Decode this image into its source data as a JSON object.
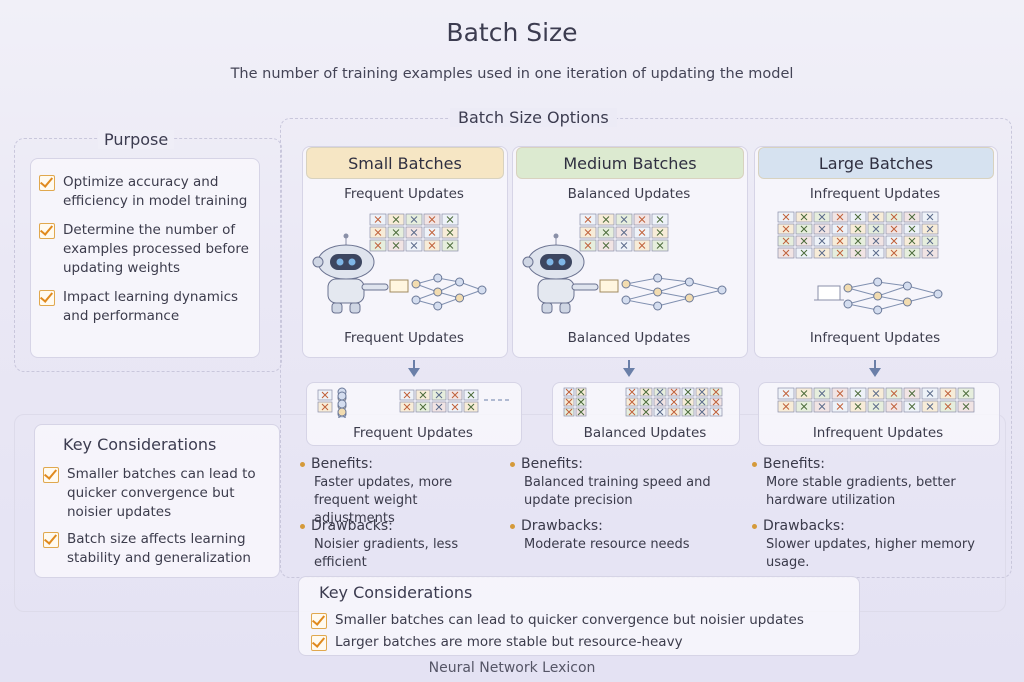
{
  "header": {
    "title": "Batch Size",
    "subtitle": "The number of training examples used in one iteration of updating the model"
  },
  "purpose": {
    "title": "Purpose",
    "items": [
      "Optimize accuracy and efficiency in model training",
      "Determine the number of examples processed before updating weights",
      "Impact learning dynamics and performance"
    ]
  },
  "options": {
    "title": "Batch Size Options",
    "columns": [
      {
        "name": "Small Batches",
        "top_label": "Frequent Updates",
        "bottom_label": "Frequent Updates",
        "flow_label": "Frequent Updates",
        "benefits_title": "Benefits:",
        "benefits_text": "Faster updates, more frequent weight adjustments",
        "drawbacks_title": "Drawbacks:",
        "drawbacks_text": "Noisier gradients, less efficient"
      },
      {
        "name": "Medium Batches",
        "top_label": "Balanced Updates",
        "bottom_label": "Balanced Updates",
        "flow_label": "Balanced Updates",
        "benefits_title": "Benefits:",
        "benefits_text": "Balanced training speed and update precision",
        "drawbacks_title": "Drawbacks:",
        "drawbacks_text": "Moderate resource needs"
      },
      {
        "name": "Large Batches",
        "top_label": "Infrequent Updates",
        "bottom_label": "Infrequent Updates",
        "flow_label": "Infrequent Updates",
        "benefits_title": "Benefits:",
        "benefits_text": "More stable gradients, better hardware utilization",
        "drawbacks_title": "Drawbacks:",
        "drawbacks_text": "Slower updates, higher memory usage."
      }
    ]
  },
  "key_left": {
    "title": "Key Considerations",
    "items": [
      "Smaller batches can lead to quicker convergence but noisier updates",
      "Batch size affects learning stability and generalization"
    ]
  },
  "key_bottom": {
    "title": "Key Considerations",
    "items": [
      "Smaller batches can lead to quicker convergence but noisier updates",
      "Larger batches are more stable but resource-heavy"
    ]
  },
  "footer": "Neural Network Lexicon",
  "colors": {
    "small_head": "#f6e6c4",
    "medium_head": "#dcead0",
    "large_head": "#d6e2f0",
    "check": "#e08a1e",
    "arrow": "#6a7fa8"
  }
}
